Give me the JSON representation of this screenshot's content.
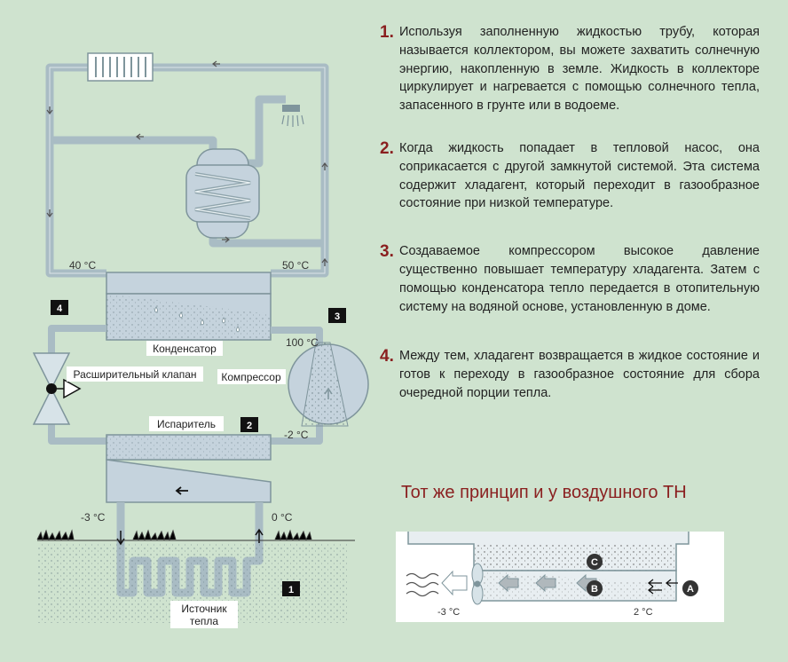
{
  "diagram": {
    "temp_40": "40 °C",
    "temp_50": "50 °C",
    "temp_100": "100 °C",
    "temp_minus2": "-2 °C",
    "temp_minus3": "-3 °C",
    "temp_0": "0 °C",
    "label_condenser": "Конденсатор",
    "label_valve": "Расширительный клапан",
    "label_compressor": "Компрессор",
    "label_evaporator": "Испаритель",
    "label_source_line1": "Источник",
    "label_source_line2": "тепла",
    "badge_1": "1",
    "badge_2": "2",
    "badge_3": "3",
    "badge_4": "4"
  },
  "steps": [
    {
      "num": "1.",
      "text": "Используя заполненную жидкостью трубу, которая называется коллектором, вы можете захватить солнечную энергию, накопленную в земле. Жидкость в коллекторе циркулирует и нагревается с помощью солнечного тепла, запасенного в грунте или в водоеме."
    },
    {
      "num": "2.",
      "text": "Когда жидкость попадает в тепловой насос, она соприкасается с другой замкнутой системой. Эта система содержит хладагент, который переходит в газообразное состояние при низкой температуре."
    },
    {
      "num": "3.",
      "text": "Создаваемое компрессором высокое давление существенно повышает температуру хладагента. Затем с помощью конденсатора тепло передается в отопительную систему на водяной основе, установленную в доме."
    },
    {
      "num": "4.",
      "text": "Между тем, хладагент возвращается в жидкое состояние и готов к переходу в газообразное состояние для сбора очередной порции тепла."
    }
  ],
  "principle": "Тот же принцип и у воздушного ТН",
  "mini": {
    "temp_left": "-3 °C",
    "temp_right": "2 °C",
    "badge_a": "A",
    "badge_b": "B",
    "badge_c": "C"
  }
}
